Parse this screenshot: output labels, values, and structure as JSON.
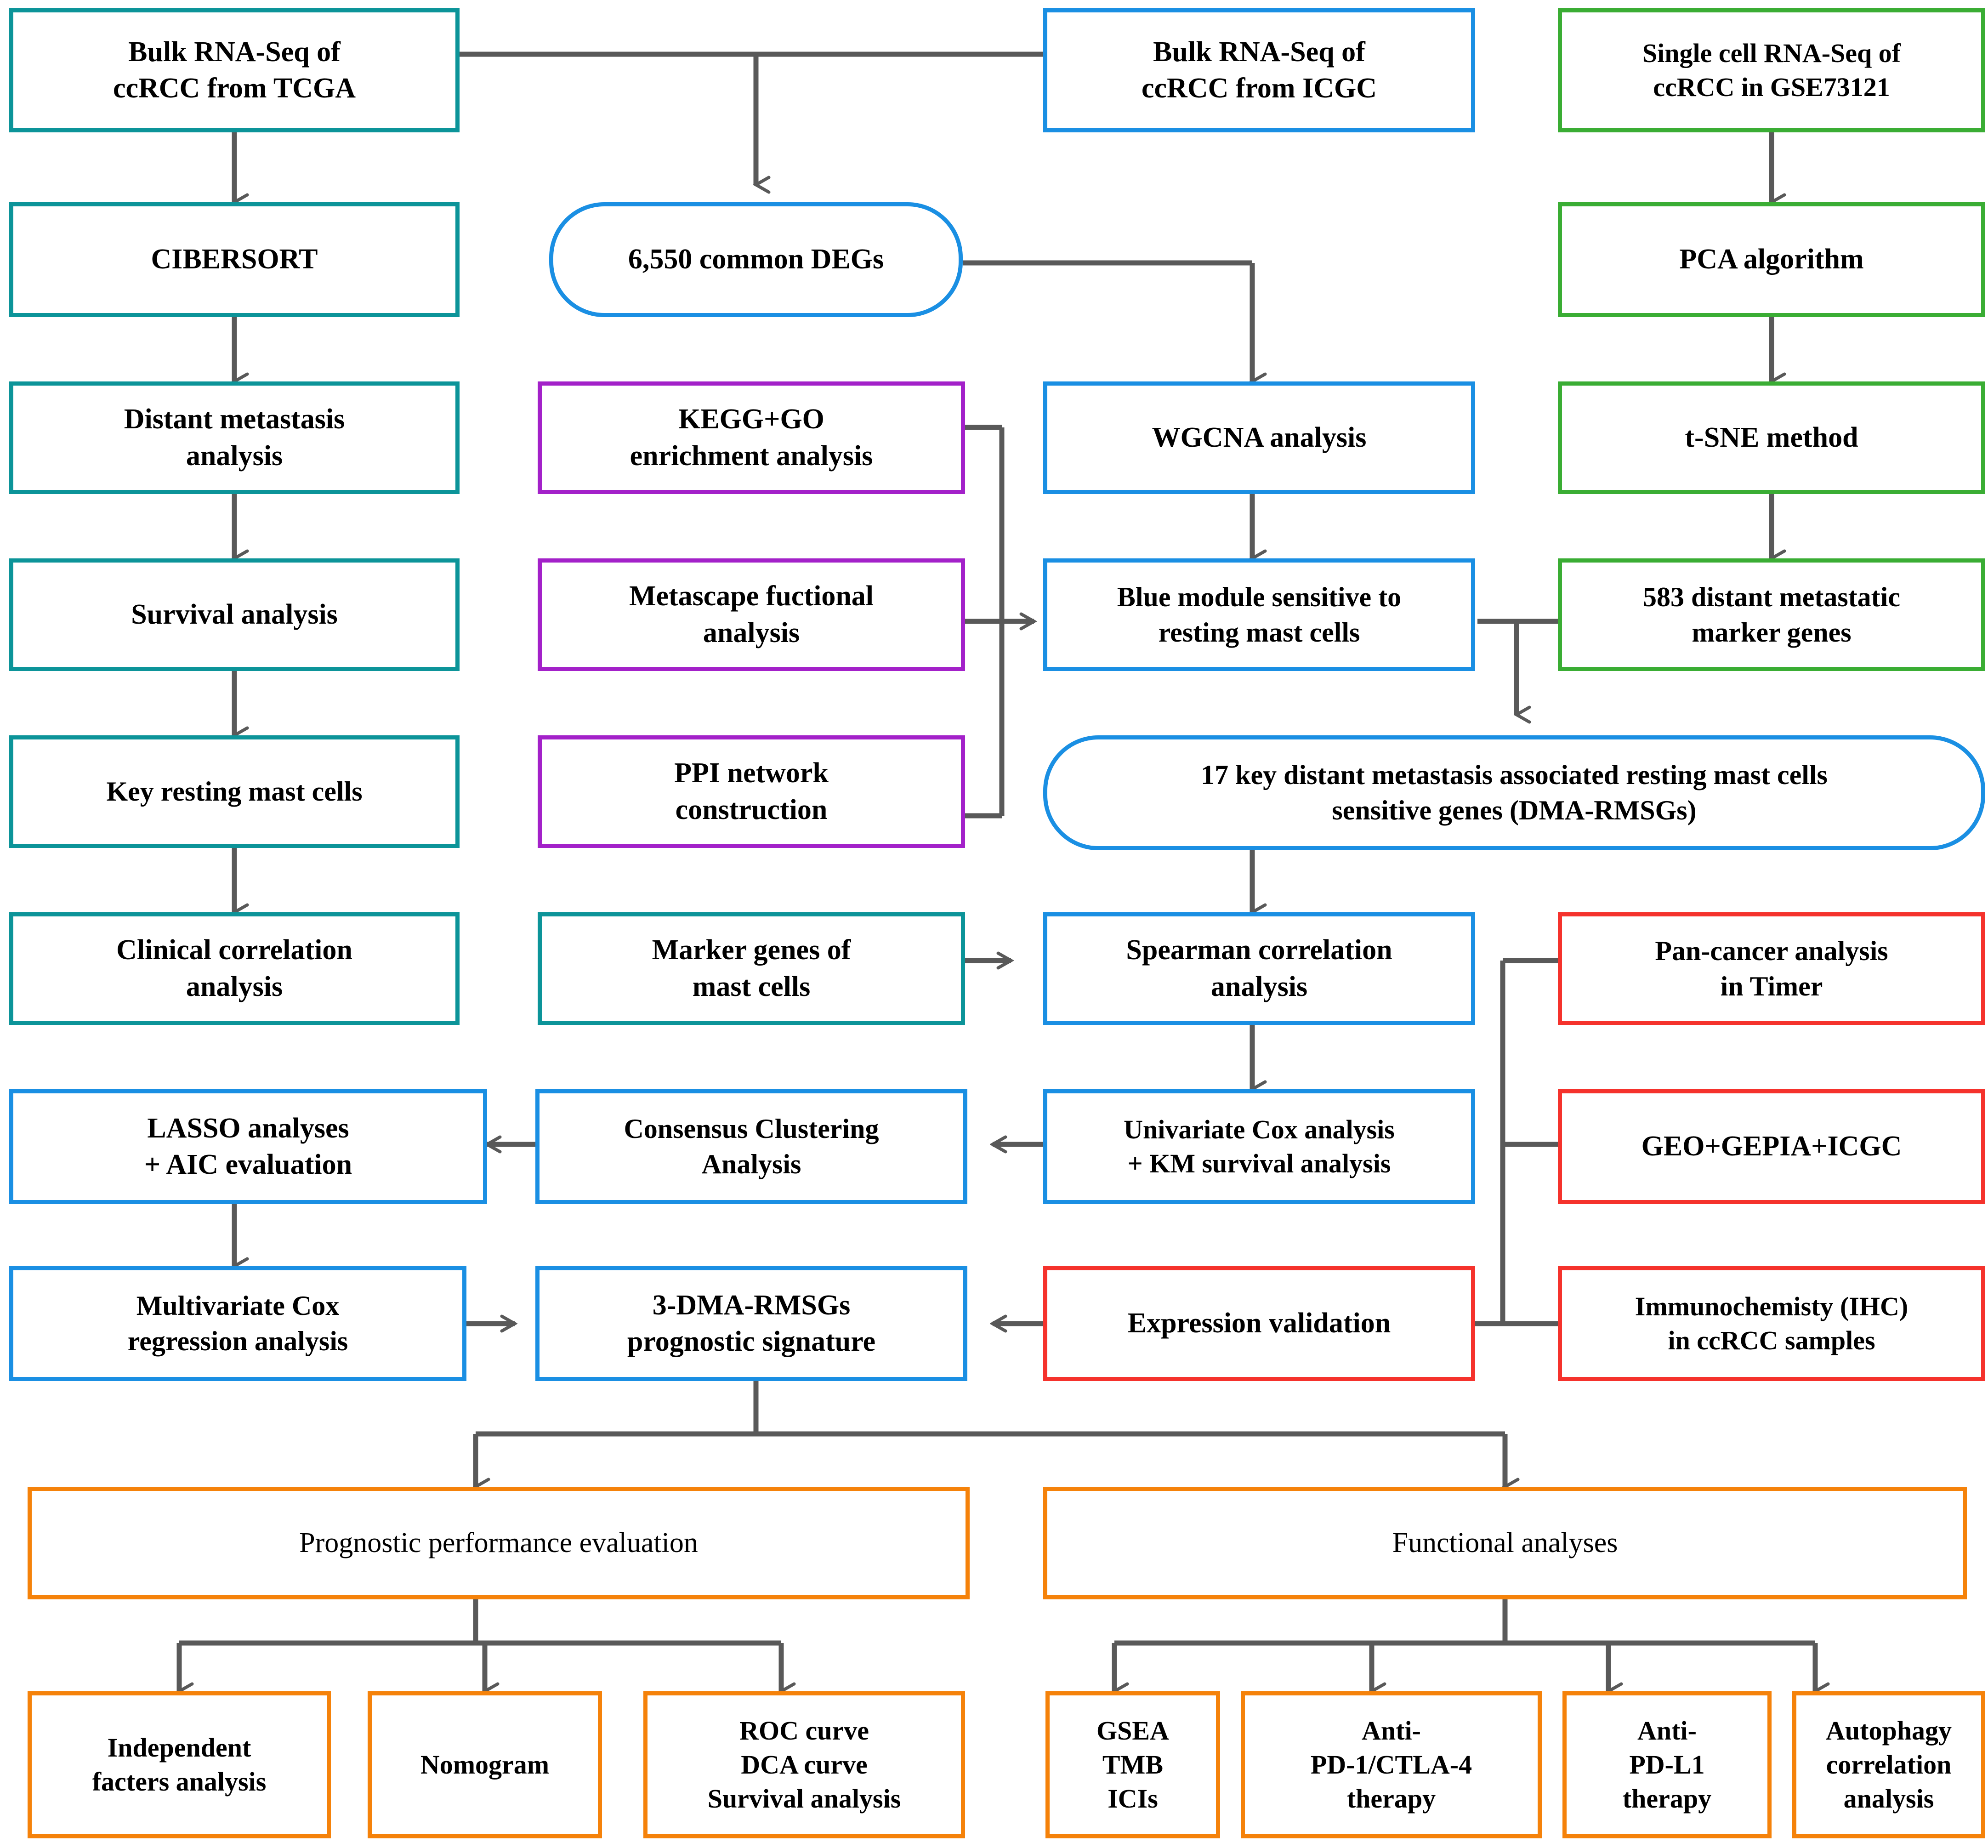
{
  "diagram": {
    "title": "ccRCC resting mast cell prognostic signature workflow",
    "palette": {
      "teal": "#0c9499",
      "blue": "#1a8fe3",
      "green": "#3aad34",
      "purple": "#a321c9",
      "red": "#f5322c",
      "orange": "#f5820a",
      "arrow": "#595959",
      "text": "#000000",
      "background": "#ffffff"
    },
    "nodes": {
      "tcga": "Bulk RNA-Seq of\nccRCC from TCGA",
      "icgc": "Bulk RNA-Seq of\nccRCC from ICGC",
      "gse73121": "Single cell RNA-Seq of\nccRCC in GSE73121",
      "cibersort": "CIBERSORT",
      "degs": "6,550 common DEGs",
      "pca": "PCA algorithm",
      "distant_metastasis": "Distant metastasis\nanalysis",
      "kegg_go": "KEGG+GO\nenrichment analysis",
      "wgcna": "WGCNA analysis",
      "tsne": "t-SNE method",
      "survival": "Survival analysis",
      "metascape": "Metascape fuctional\nanalysis",
      "blue_module": "Blue module sensitive to\nresting mast cells",
      "marker_583": "583 distant metastatic\nmarker genes",
      "key_mast": "Key resting mast cells",
      "ppi": "PPI network\nconstruction",
      "dma_rmsgs_17": "17 key distant metastasis associated resting mast cells\nsensitive genes (DMA-RMSGs)",
      "clinical_corr": "Clinical correlation\nanalysis",
      "marker_genes_mast": "Marker genes of\nmast cells",
      "spearman": "Spearman correlation\nanalysis",
      "pan_cancer": "Pan-cancer analysis\nin Timer",
      "lasso": "LASSO analyses\n+ AIC evaluation",
      "consensus": "Consensus Clustering\nAnalysis",
      "univariate_cox": "Univariate Cox analysis\n+ KM survival analysis",
      "geo_gepia_icgc": "GEO+GEPIA+ICGC",
      "multivariate_cox": "Multivariate Cox\nregression analysis",
      "signature_3": "3-DMA-RMSGs\nprognostic signature",
      "expression_validation": "Expression validation",
      "ihc": "Immunochemisty (IHC)\nin  ccRCC samples",
      "prognostic_eval": "Prognostic performance evaluation",
      "functional_analyses": "Functional analyses",
      "independent_factors": "Independent\nfacters analysis",
      "nomogram": "Nomogram",
      "roc_dca_survival": "ROC curve\nDCA curve\nSurvival analysis",
      "gsea_tmb_icis": "GSEA\nTMB\nICIs",
      "anti_pd1": "Anti-\nPD-1/CTLA-4\ntherapy",
      "anti_pdl1": "Anti-\nPD-L1\ntherapy",
      "autophagy": "Autophagy\ncorrelation\nanalysis"
    }
  }
}
